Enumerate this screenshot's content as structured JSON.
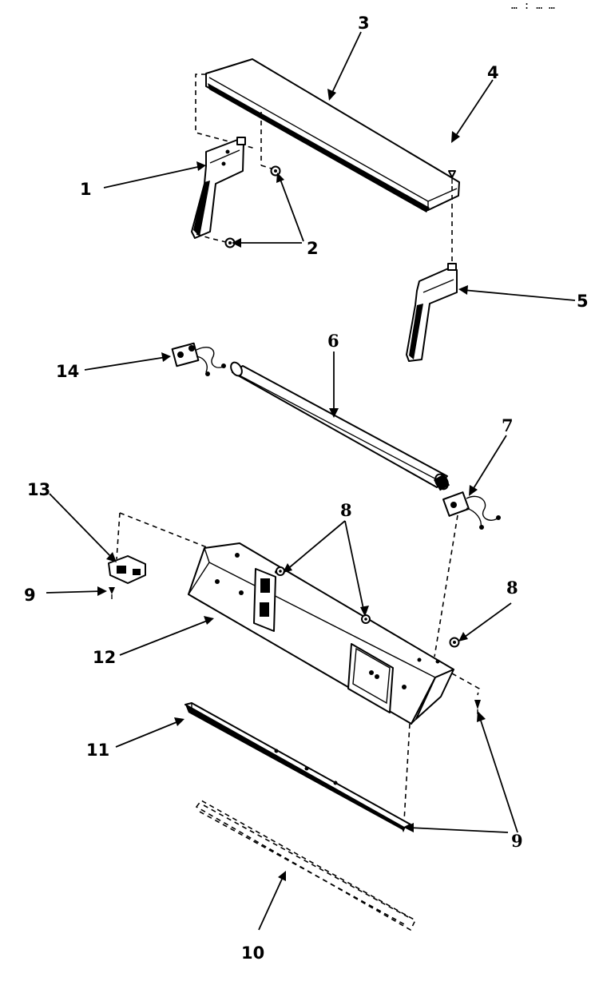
{
  "corner_mark": "… : … …",
  "callouts": [
    {
      "id": "label-1",
      "text": "1"
    },
    {
      "id": "label-2",
      "text": "2"
    },
    {
      "id": "label-3",
      "text": "3"
    },
    {
      "id": "label-4",
      "text": "4"
    },
    {
      "id": "label-5",
      "text": "5"
    },
    {
      "id": "label-6",
      "text": "6"
    },
    {
      "id": "label-7",
      "text": "7"
    },
    {
      "id": "label-8a",
      "text": "8"
    },
    {
      "id": "label-8b",
      "text": "8"
    },
    {
      "id": "label-9a",
      "text": "9"
    },
    {
      "id": "label-9b",
      "text": "9"
    },
    {
      "id": "label-10",
      "text": "10"
    },
    {
      "id": "label-11",
      "text": "11"
    },
    {
      "id": "label-12",
      "text": "12"
    },
    {
      "id": "label-13",
      "text": "13"
    },
    {
      "id": "label-14",
      "text": "14"
    }
  ],
  "parts": {
    "end_cap_left": "end-cap-left",
    "screw": "screw",
    "top_cover": "top-cover",
    "end_cap_right": "end-cap-right",
    "tube": "fluorescent-tube",
    "socket_right": "lamp-socket-right",
    "socket_left": "lamp-socket-left",
    "starter": "starter-socket",
    "panel": "control-panel",
    "trim": "bottom-trim",
    "strip": "gasket-strip"
  }
}
